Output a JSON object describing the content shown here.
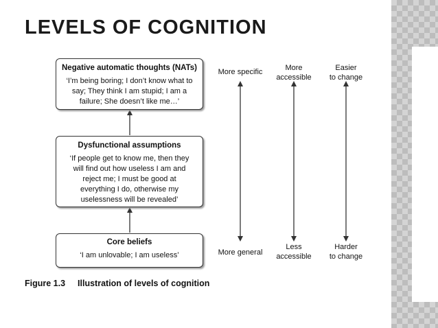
{
  "slide": {
    "title": "LEVELS OF COGNITION"
  },
  "boxes": [
    {
      "heading": "Negative automatic thoughts (NATs)",
      "lines": [
        "‘I’m being boring; I don’t know what to",
        "say; They think I am stupid; I am a",
        "failure; She doesn’t like me…’"
      ]
    },
    {
      "heading": "Dysfunctional assumptions",
      "lines": [
        "‘If people get to know me, then they",
        "will find out how useless I am and",
        "reject me; I must be good at",
        "everything I do, otherwise my",
        "uselessness will be revealed’"
      ]
    },
    {
      "heading": "Core beliefs",
      "lines": [
        "‘I am unlovable; I am useless’"
      ]
    }
  ],
  "scales": [
    {
      "top": [
        "More specific"
      ],
      "bottom": [
        "More general"
      ]
    },
    {
      "top": [
        "More",
        "accessible"
      ],
      "bottom": [
        "Less",
        "accessible"
      ]
    },
    {
      "top": [
        "Easier",
        "to change"
      ],
      "bottom": [
        "Harder",
        "to change"
      ]
    }
  ],
  "caption": {
    "number": "Figure 1.3",
    "text": "Illustration of levels of cognition"
  },
  "colors": {
    "line": "#333333",
    "pattern": "#bdbdbd"
  }
}
